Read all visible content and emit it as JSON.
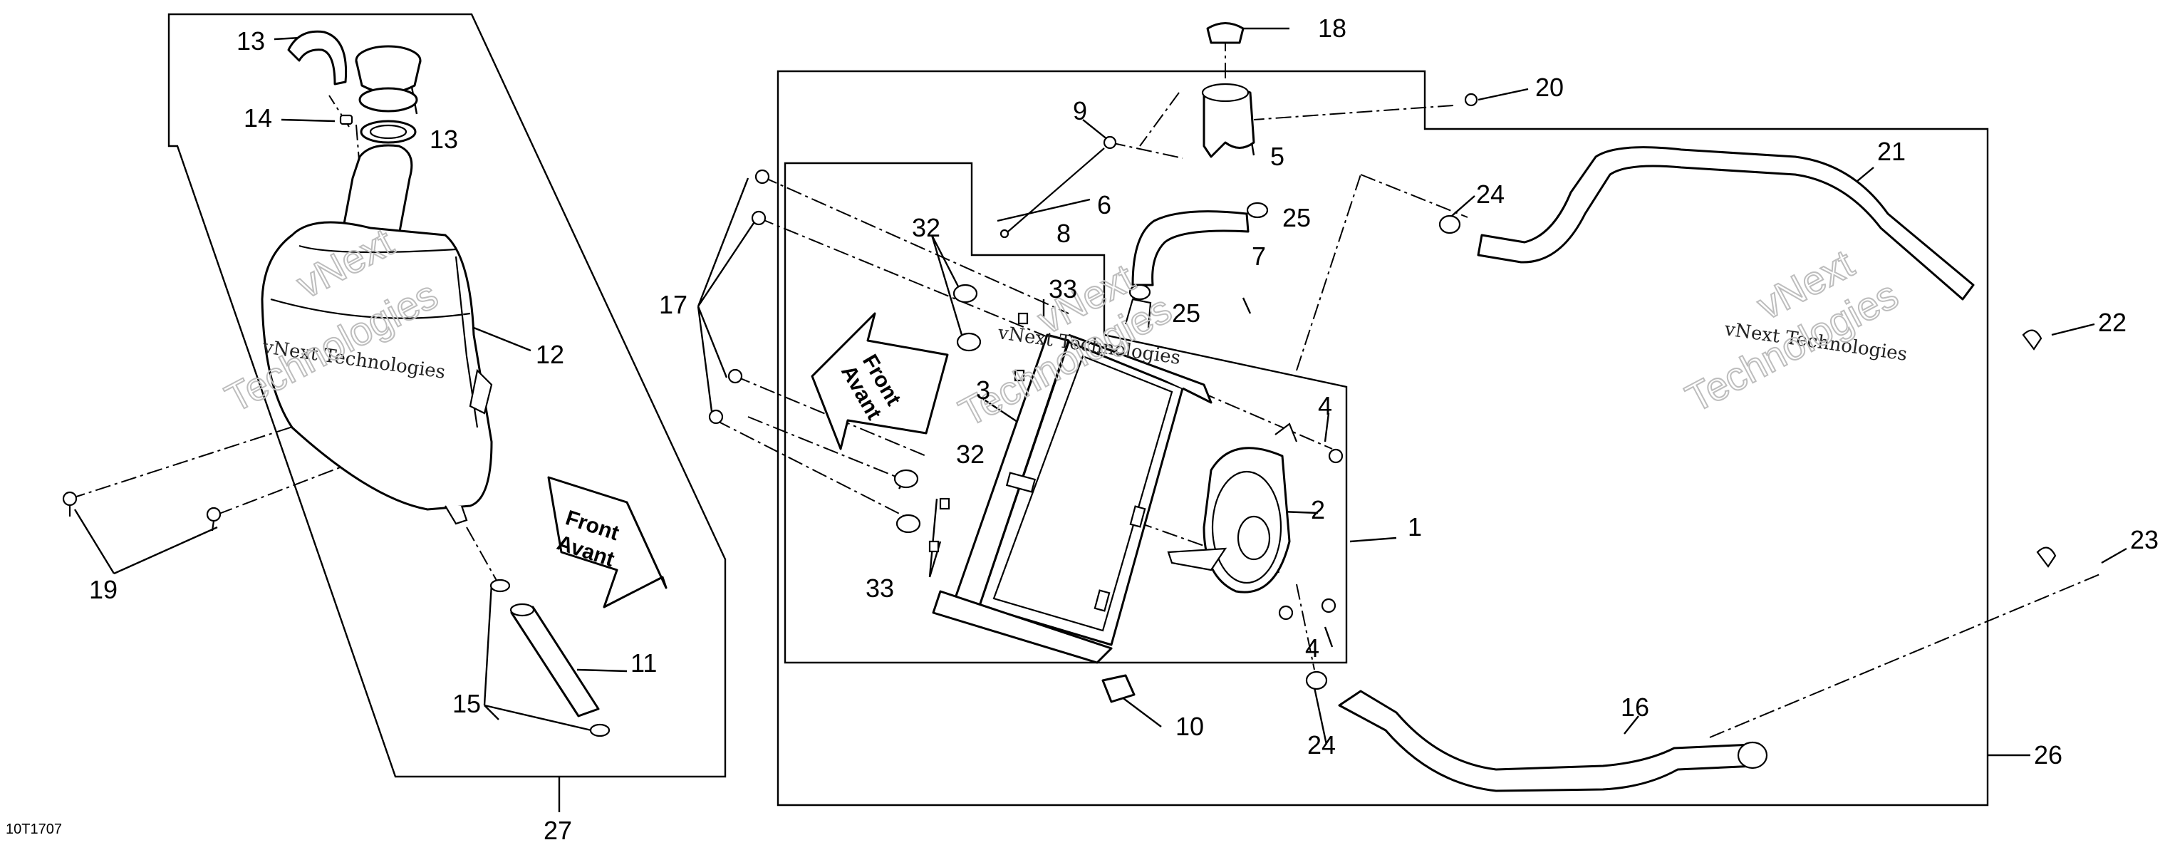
{
  "figure_ref": "10T1707",
  "callouts": [
    {
      "id": "c1",
      "text": "1"
    },
    {
      "id": "c2",
      "text": "2"
    },
    {
      "id": "c3",
      "text": "3"
    },
    {
      "id": "c4a",
      "text": "4"
    },
    {
      "id": "c4b",
      "text": "4"
    },
    {
      "id": "c5",
      "text": "5"
    },
    {
      "id": "c6",
      "text": "6"
    },
    {
      "id": "c7",
      "text": "7"
    },
    {
      "id": "c8",
      "text": "8"
    },
    {
      "id": "c9",
      "text": "9"
    },
    {
      "id": "c10",
      "text": "10"
    },
    {
      "id": "c11",
      "text": "11"
    },
    {
      "id": "c12",
      "text": "12"
    },
    {
      "id": "c13a",
      "text": "13"
    },
    {
      "id": "c13b",
      "text": "13"
    },
    {
      "id": "c14",
      "text": "14"
    },
    {
      "id": "c15",
      "text": "15"
    },
    {
      "id": "c16",
      "text": "16"
    },
    {
      "id": "c17",
      "text": "17"
    },
    {
      "id": "c18",
      "text": "18"
    },
    {
      "id": "c19",
      "text": "19"
    },
    {
      "id": "c20",
      "text": "20"
    },
    {
      "id": "c21",
      "text": "21"
    },
    {
      "id": "c22",
      "text": "22"
    },
    {
      "id": "c23",
      "text": "23"
    },
    {
      "id": "c24a",
      "text": "24"
    },
    {
      "id": "c24b",
      "text": "24"
    },
    {
      "id": "c25a",
      "text": "25"
    },
    {
      "id": "c25b",
      "text": "25"
    },
    {
      "id": "c26",
      "text": "26"
    },
    {
      "id": "c27",
      "text": "27"
    },
    {
      "id": "c32a",
      "text": "32"
    },
    {
      "id": "c32b",
      "text": "32"
    },
    {
      "id": "c33a",
      "text": "33"
    },
    {
      "id": "c33b",
      "text": "33"
    }
  ],
  "direction_arrows": [
    {
      "line1": "Front",
      "line2": "Avant"
    },
    {
      "line1": "Front",
      "line2": "Avant"
    }
  ],
  "watermark": {
    "small": "vNext Technologies",
    "big_line1": "vNext",
    "big_line2": "Technologies"
  }
}
